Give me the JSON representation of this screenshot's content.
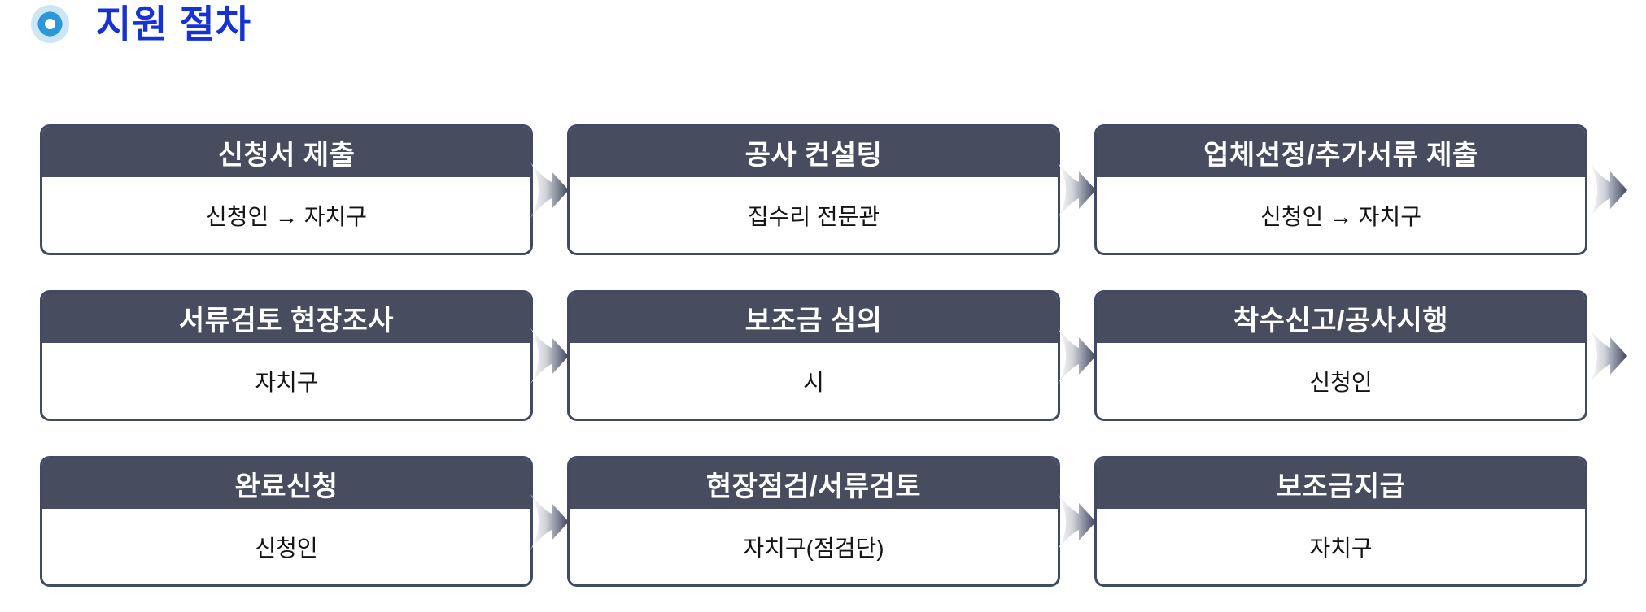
{
  "header": {
    "title": "지원 절차",
    "bullet_icon": "target-circle-icon"
  },
  "colors": {
    "title_blue": "#1632d6",
    "bullet_mid_blue": "#2a97dc",
    "bullet_outer_blue": "#cde5f6",
    "box_header_bg": "#474d5f",
    "box_border": "#424a63",
    "arrow_dark": "#3f455c",
    "arrow_light": "#ffffff",
    "body_text": "#141414"
  },
  "flow": {
    "layout": {
      "rows": 3,
      "cols": 3,
      "arrow_after_rows": [
        1,
        2
      ]
    },
    "steps": [
      {
        "title": "신청서 제출",
        "actor": "신청인 → 자치구"
      },
      {
        "title": "공사 컨설팅",
        "actor": "집수리 전문관"
      },
      {
        "title": "업체선정/추가서류 제출",
        "actor": "신청인 → 자치구"
      },
      {
        "title": "서류검토 현장조사",
        "actor": "자치구"
      },
      {
        "title": "보조금 심의",
        "actor": "시"
      },
      {
        "title": "착수신고/공사시행",
        "actor": "신청인"
      },
      {
        "title": "완료신청",
        "actor": "신청인"
      },
      {
        "title": "현장점검/서류검토",
        "actor": "자치구(점검단)"
      },
      {
        "title": "보조금지급",
        "actor": "자치구"
      }
    ]
  }
}
